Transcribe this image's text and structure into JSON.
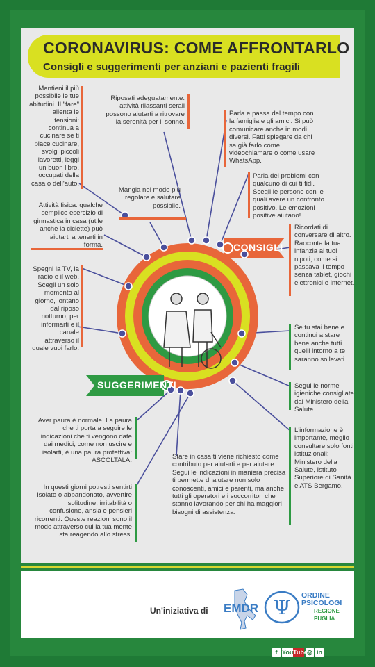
{
  "header": {
    "title": "CORONAVIRUS: COME AFFRONTARLO",
    "subtitle": "Consigli e suggerimenti per anziani e pazienti fragili"
  },
  "labels": {
    "consigli": "CONSIGLI",
    "suggerimenti": "SUGGERIMENTI"
  },
  "tips": [
    "Mantieni il più possibile le tue abitudini. Il \"fare\" allenta le tensioni: continua a cucinare se ti piace cucinare, svolgi piccoli lavoretti, leggi un buon libro, occupati della casa o dell'auto.",
    "Riposati adeguatamente: attività rilassanti serali possono aiutarti a ritrovare la serenità per il sonno.",
    "Parla e passa del tempo con la famiglia e gli amici. Si può comunicare anche in modi diversi. Fatti spiegare da chi sa già farlo come videochiamare o come usare WhatsApp.",
    "Parla dei problemi con qualcuno di cui ti fidi. Scegli le persone con le quali avere un confronto positivo. Le emozioni positive aiutano!",
    "Mangia nel modo più regolare e salutare possibile.",
    "Attività fisica: qualche semplice esercizio di ginnastica in casa (utile anche la ciclette) può aiutarti a tenerti in forma.",
    "Ricordati di conversare di altro. Racconta la tua infanzia ai tuoi nipoti, come si passava il tempo senza tablet, giochi elettronici e internet.",
    "Spegni la TV, la radio e il web. Scegli un solo momento al giorno, lontano dal riposo notturno, per informarti e il canale attraverso il quale vuoi farlo.",
    "Se tu stai bene e continui a stare bene anche tutti quelli intorno a te saranno sollevati.",
    "Segui le norme igieniche consigliate dal Ministero della Salute.",
    "Aver paura è normale. La paura che ti porta a seguire le indicazioni che ti vengono date dai medici, come non uscire e isolarti, è una paura protettiva: ASCOLTALA.",
    "L'informazione è importante, meglio consultare solo fonti istituzionali: Ministero della Salute, Istituto Superiore di Sanità e ATS Bergamo.",
    "Stare in casa ti viene richiesto come contributo per aiutarti e per aiutare. Segui le indicazioni in maniera precisa ti permette di aiutare non solo conoscenti, amici e parenti, ma anche tutti gli operatori e i soccorritori che stanno lavorando per chi ha maggiori bisogni di assistenza.",
    "In questi giorni potresti sentirti isolato o abbandonato, avvertire solitudine, irritabilità o confusione, ansia e pensieri ricorrenti. Queste reazioni sono il modo attraverso cui la tua mente sta reagendo allo stress."
  ],
  "footer": {
    "initiative": "Un'iniziativa di",
    "emdr": "EMDR",
    "ordine_line1": "ORDINE",
    "ordine_line2": "PSICOLOGI",
    "ordine_line3": "REGIONE",
    "ordine_line4": "PUGLIA",
    "psi_symbol": "Ψ",
    "social": [
      "f",
      "You",
      "Tube",
      "◎",
      "in"
    ]
  },
  "colors": {
    "frame": "#1f7a36",
    "accent_yellow": "#d9e021",
    "orange": "#e8663a",
    "green": "#2e9a43",
    "blue_line": "#4a4f9c"
  }
}
